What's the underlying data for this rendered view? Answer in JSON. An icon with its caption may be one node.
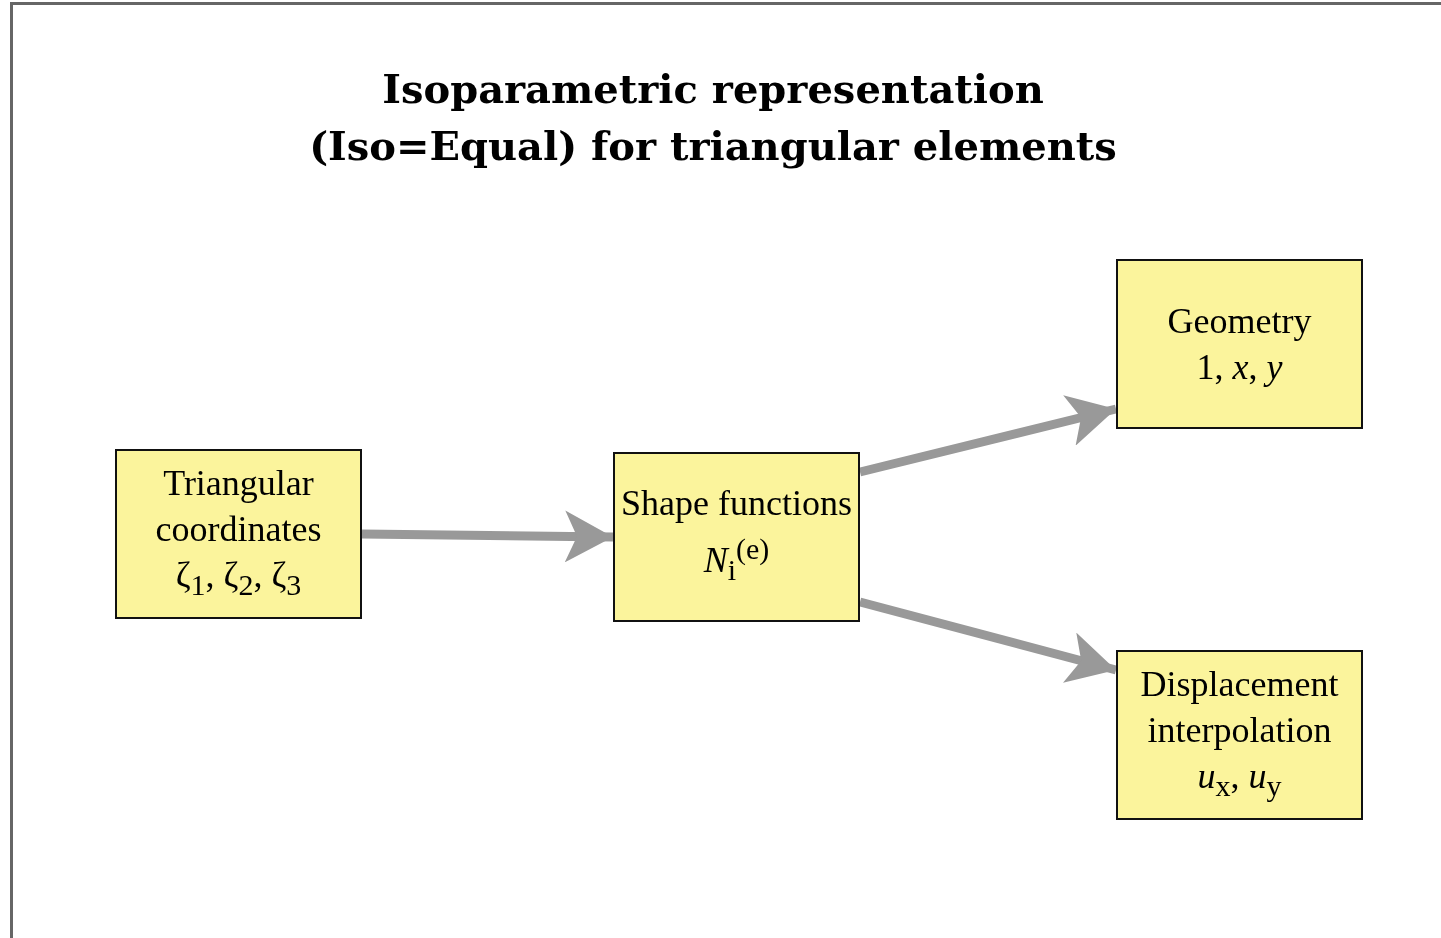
{
  "diagram": {
    "title": "Isoparametric representation (Iso=Equal) for triangular elements",
    "nodes": [
      {
        "text": [
          "Triangular coordinates",
          "ζ$_{1}$, ζ$_{2}$, ζ$_{3}$"
        ]
      },
      {
        "text": [
          "Shape functions",
          "*N*$_{i}$$^{(e)}$"
        ]
      },
      {
        "text": [
          "Geometry",
          "1, *x*, *y*"
        ]
      },
      {
        "text": [
          "Displacement interpolation",
          "*u*$_{x}$, *u*$_{y}$"
        ]
      }
    ],
    "edges": [
      {
        "from": 0,
        "to": 1,
        "arrow": "to"
      },
      {
        "from": 1,
        "to": 2,
        "arrow": "to"
      },
      {
        "from": 1,
        "to": 3,
        "arrow": "to"
      }
    ]
  }
}
